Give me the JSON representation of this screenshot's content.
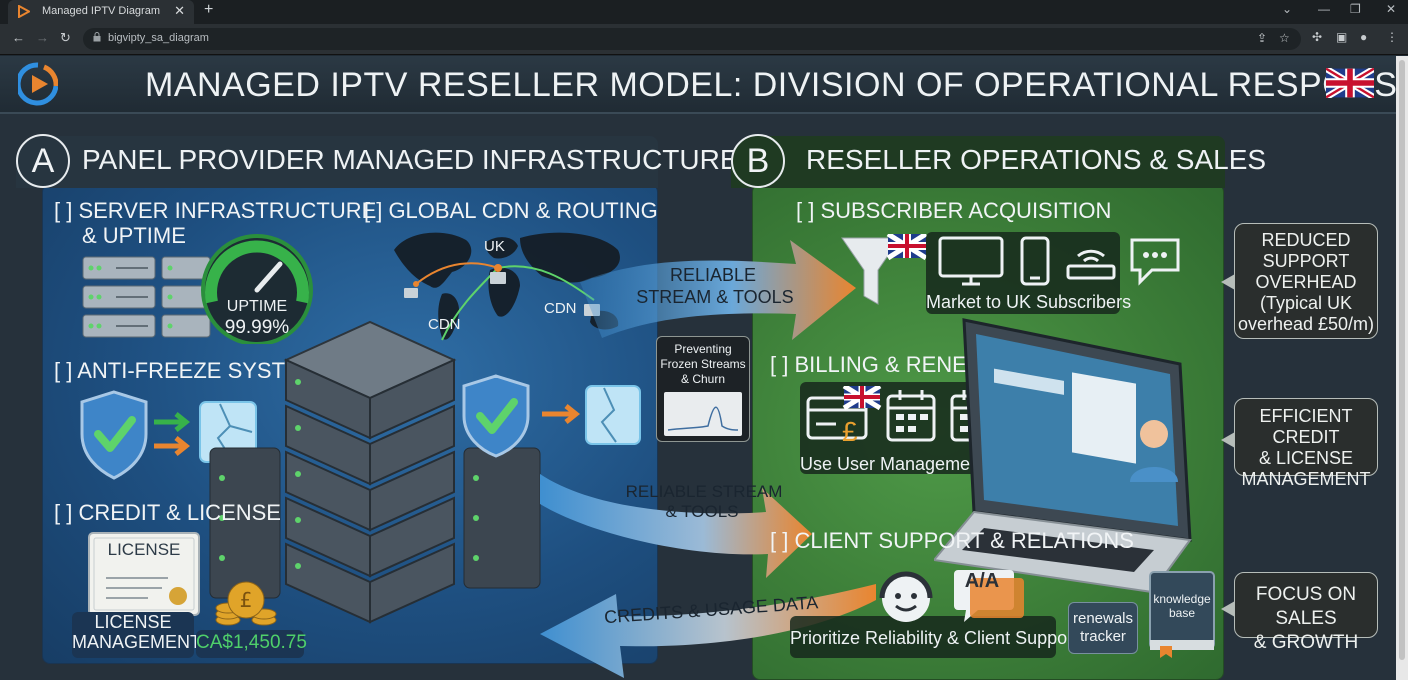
{
  "browser": {
    "tab_title": "Managed IPTV Diagram",
    "new_tab": "+",
    "url": "bigvipty_sa_diagram"
  },
  "header": {
    "title": "MANAGED IPTV RESELLER MODEL: DIVISION OF OPERATIONAL RESPONSIBILITIES"
  },
  "panel_a": {
    "letter": "A",
    "title": "PANEL PROVIDER MANAGED INFRASTRUCTURE",
    "server": {
      "label_line1": "[ ] SERVER INFRASTRUCTURE",
      "label_line2": "& UPTIME",
      "gauge_label": "UPTIME",
      "gauge_value": "99.99%"
    },
    "cdn": {
      "label": "[ ] GLOBAL CDN & ROUTING",
      "uk": "UK",
      "cdn_left": "CDN",
      "cdn_right": "CDN"
    },
    "antifreeze": {
      "label": "[ ] ANTI-FREEZE SYSTEMS"
    },
    "preventing": {
      "line1": "Preventing",
      "line2": "Frozen Streams",
      "line3": "& Churn"
    },
    "credit": {
      "label": "[ ] CREDIT & LICENSE",
      "certificate": "LICENSE",
      "mgmt_line1": "LICENSE",
      "mgmt_line2": "MANAGEMENT",
      "amount": "CA$1,450.75"
    }
  },
  "arrows": {
    "top_line1": "RELIABLE",
    "top_line2": "STREAM & TOOLS",
    "mid_line1": "RELIABLE STREAM",
    "mid_line2": "& TOOLS",
    "bottom": "CREDITS & USAGE DATA"
  },
  "panel_b": {
    "letter": "B",
    "title": "RESELLER OPERATIONS & SALES",
    "acquisition": {
      "label": "[ ] SUBSCRIBER ACQUISITION",
      "caption": "Market to UK Subscribers"
    },
    "billing": {
      "label": "[ ] BILLING & RENEWALS",
      "caption": "Use User Management Tools",
      "currency": "£"
    },
    "support": {
      "label": "[ ] CLIENT SUPPORT & RELATIONS",
      "caption": "Prioritize Reliability & Client Support",
      "translate": "A/A"
    },
    "renewals": {
      "line1": "renewals",
      "line2": "tracker"
    },
    "kb": {
      "line1": "knowledge",
      "line2": "base"
    }
  },
  "callouts": {
    "reduced": [
      "REDUCED",
      "SUPPORT",
      "OVERHEAD",
      "(Typical UK",
      "overhead £50/m)"
    ],
    "efficient": [
      "EFFICIENT CREDIT",
      "& LICENSE",
      "MANAGEMENT"
    ],
    "focus": [
      "FOCUS ON SALES",
      "& GROWTH"
    ]
  },
  "colors": {
    "panel_a": "#1e4f80",
    "panel_b": "#3d7f39",
    "arrow_orange": "#e9852f",
    "arrow_blue": "#3f8fd0",
    "gauge_green": "#37b24a"
  }
}
